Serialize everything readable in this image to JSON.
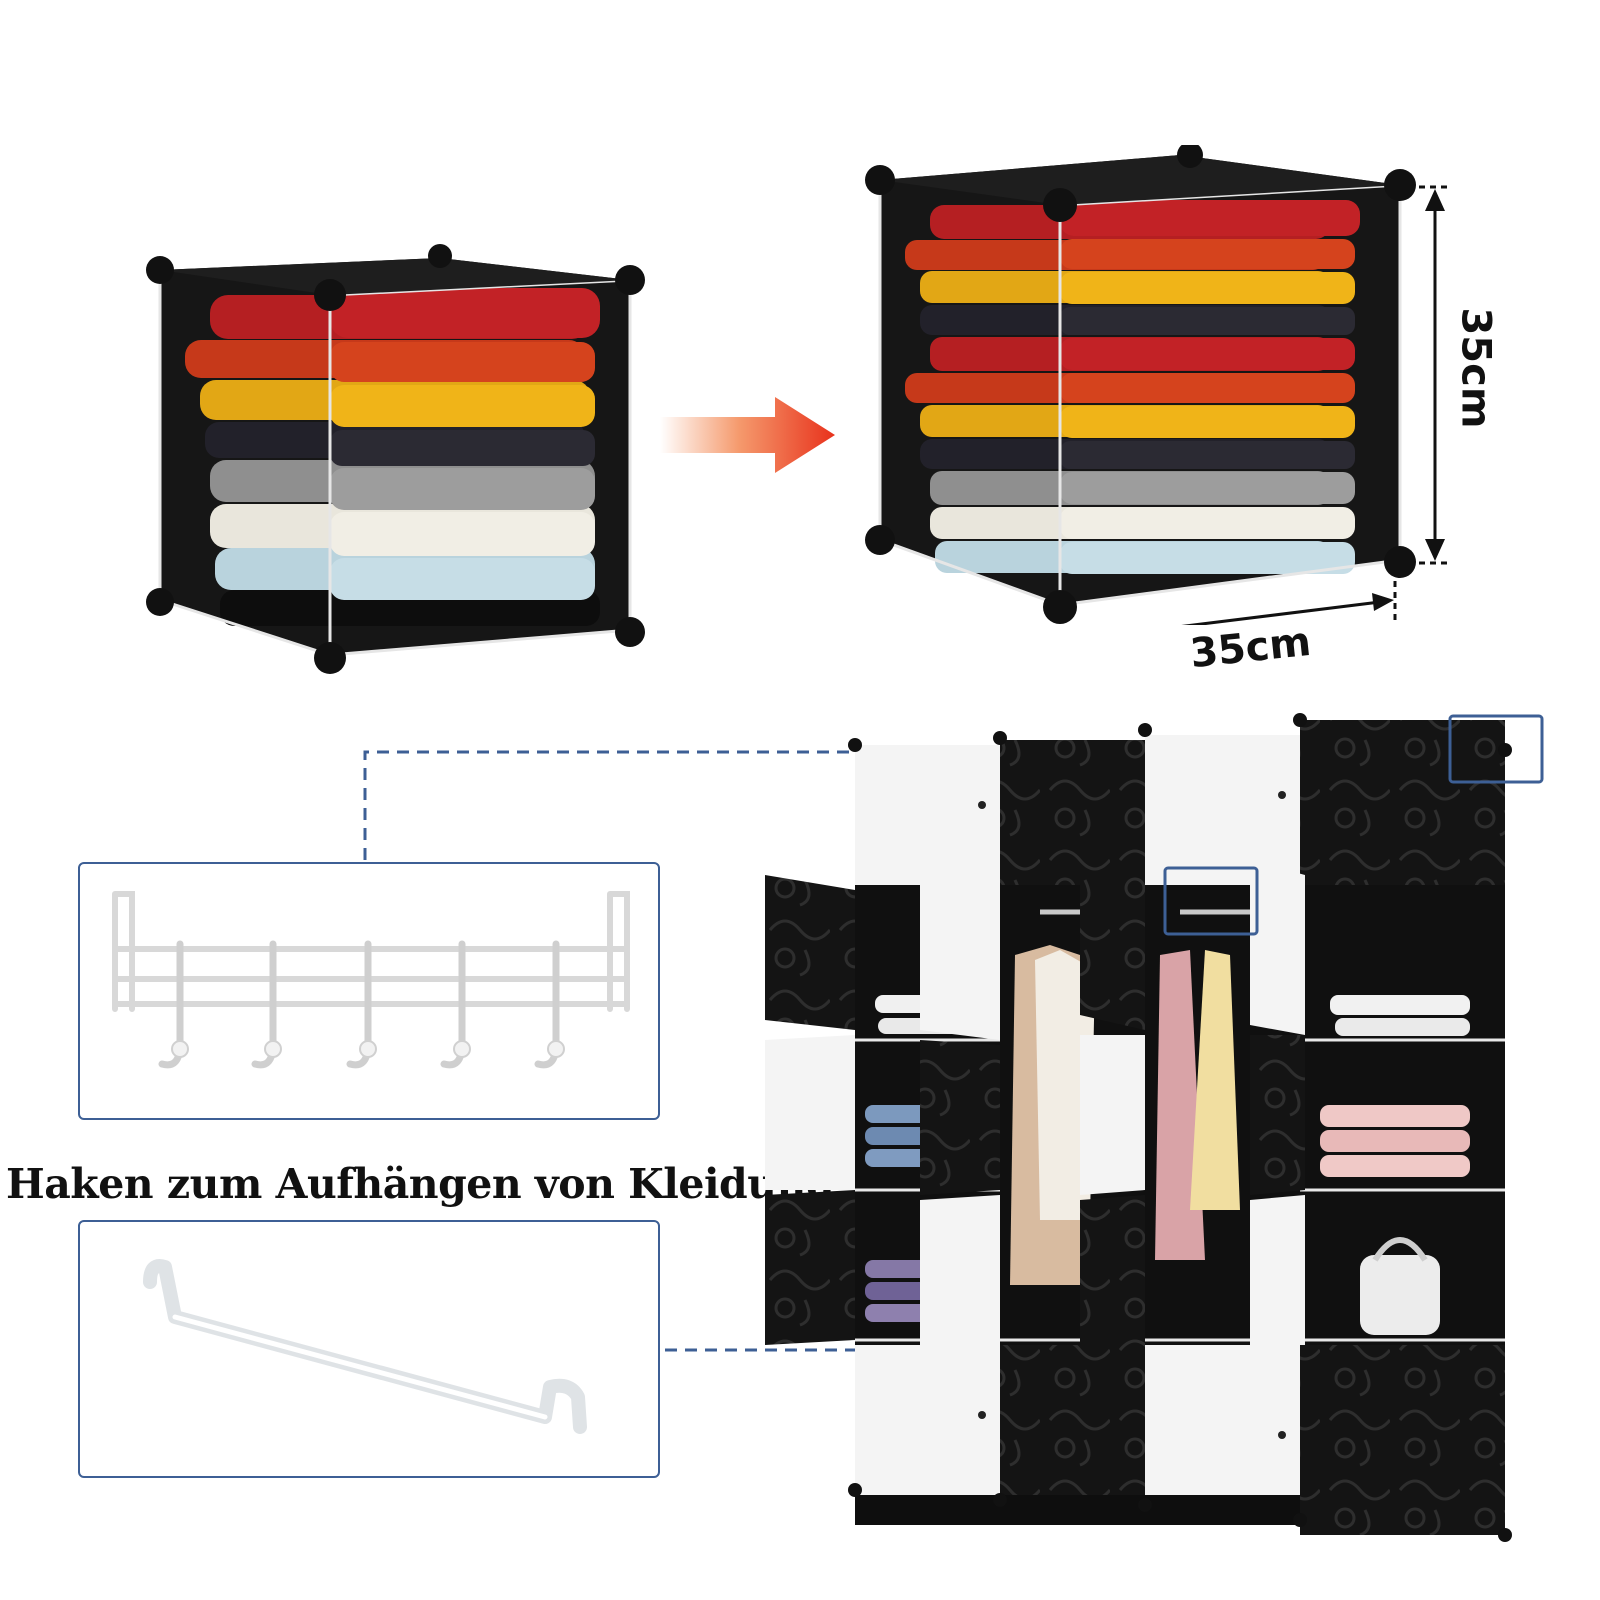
{
  "labels": {
    "width": "35cm",
    "height": "35cm",
    "caption": "Haken zum Aufhängen von Kleidung"
  },
  "colors": {
    "accent_dashed": "#3d5f95",
    "arrow": "#e8321c",
    "cube_black": "#151515",
    "panel_white": "#f4f4f4"
  },
  "icons": {
    "arrow": "arrow-right-icon",
    "hook_rack": "over-door-hook-rack",
    "hanging_rod": "hanging-rod"
  }
}
